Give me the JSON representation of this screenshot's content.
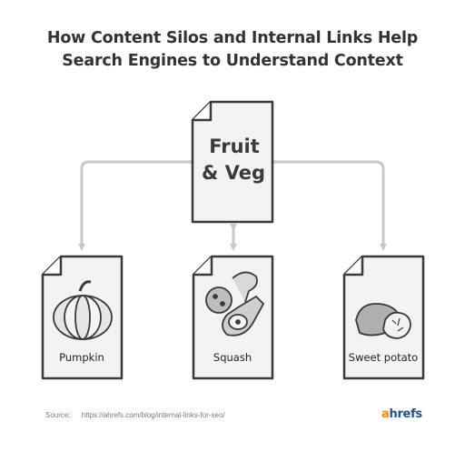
{
  "title": {
    "line1": "How Content Silos and Internal Links Help",
    "line2": "Search Engines to Understand Context"
  },
  "hub": {
    "line1": "Fruit",
    "line2": "& Veg"
  },
  "pages": [
    {
      "label": "Pumpkin",
      "icon": "pumpkin-icon"
    },
    {
      "label": "Squash",
      "icon": "squash-icon"
    },
    {
      "label": "Sweet potato",
      "icon": "sweet-potato-icon"
    }
  ],
  "footer": {
    "source_label": "Source:",
    "source_url": "https://ahrefs.com/blog/internal-links-for-seo/",
    "brand_a": "a",
    "brand_rest": "hrefs"
  },
  "colors": {
    "stroke": "#3a3a3a",
    "arrow": "#c8c8c8",
    "paper": "#f3f3f3",
    "brand_blue": "#1f4f8f",
    "brand_orange": "#ff8800"
  }
}
